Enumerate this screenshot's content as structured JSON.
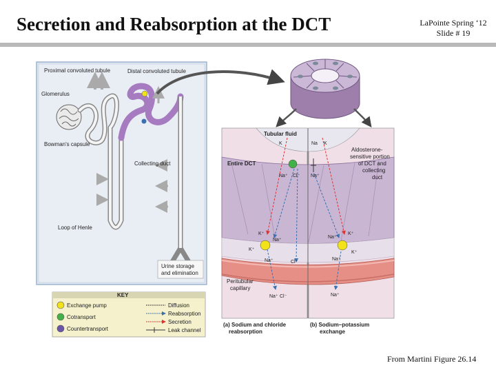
{
  "header": {
    "title": "Secretion and Reabsorption at the DCT",
    "course": "LaPointe Spring ‘12",
    "slide": "Slide # 19"
  },
  "footer": {
    "credit": "From Martini Figure 26.14"
  },
  "nephron": {
    "proximal": "Proximal convoluted tubule",
    "distal": "Distal convoluted tubule",
    "glomerulus": "Glomerulus",
    "bowman": "Bowman's capsule",
    "collecting": "Collecting duct",
    "loop": "Loop of Henle",
    "urine1": "Urine storage",
    "urine2": "and elimination"
  },
  "key": {
    "title": "KEY",
    "items": [
      "Exchange pump",
      "Cotransport",
      "Countertransport",
      "Diffusion",
      "Reabsorption",
      "Secretion",
      "Leak channel"
    ]
  },
  "detail": {
    "tubular_fluid": "Tubular fluid",
    "entire_dct": "Entire DCT",
    "aldo": [
      "Aldosterone-",
      "sensitive portion",
      "of DCT and",
      "collecting",
      "duct"
    ],
    "peritubular1": "Peritubular",
    "peritubular2": "capillary",
    "caption_a": [
      "(a) Sodium and chloride",
      "reabsorption"
    ],
    "caption_b": [
      "(b) Sodium–potassium",
      "exchange"
    ]
  },
  "ions": {
    "k": "K",
    "na": "Na",
    "kplus": "K⁺",
    "naplus": "Na⁺",
    "clminus": "Cl⁻"
  },
  "colors": {
    "exchange_pump": "#f2e21a",
    "cotransport": "#43b04a",
    "countertransport": "#6a55a8",
    "tubule": "#a77bc0",
    "cell": "#c9b6d3",
    "capillary": "#e58f86"
  }
}
